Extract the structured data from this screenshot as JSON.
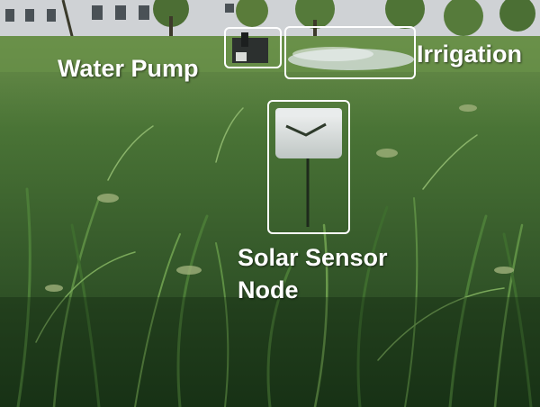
{
  "annotations": {
    "water_pump_label": "Water Pump",
    "irrigation_label": "Irrigation",
    "solar_sensor_label_line1": "Solar Sensor",
    "solar_sensor_label_line2": "Node"
  },
  "colors": {
    "annotation": "#ffffff",
    "grass_dark": "#1f3a1c",
    "grass_mid": "#3f6b30",
    "building": "#c9ccd0",
    "sky": "#dfe3e6"
  }
}
